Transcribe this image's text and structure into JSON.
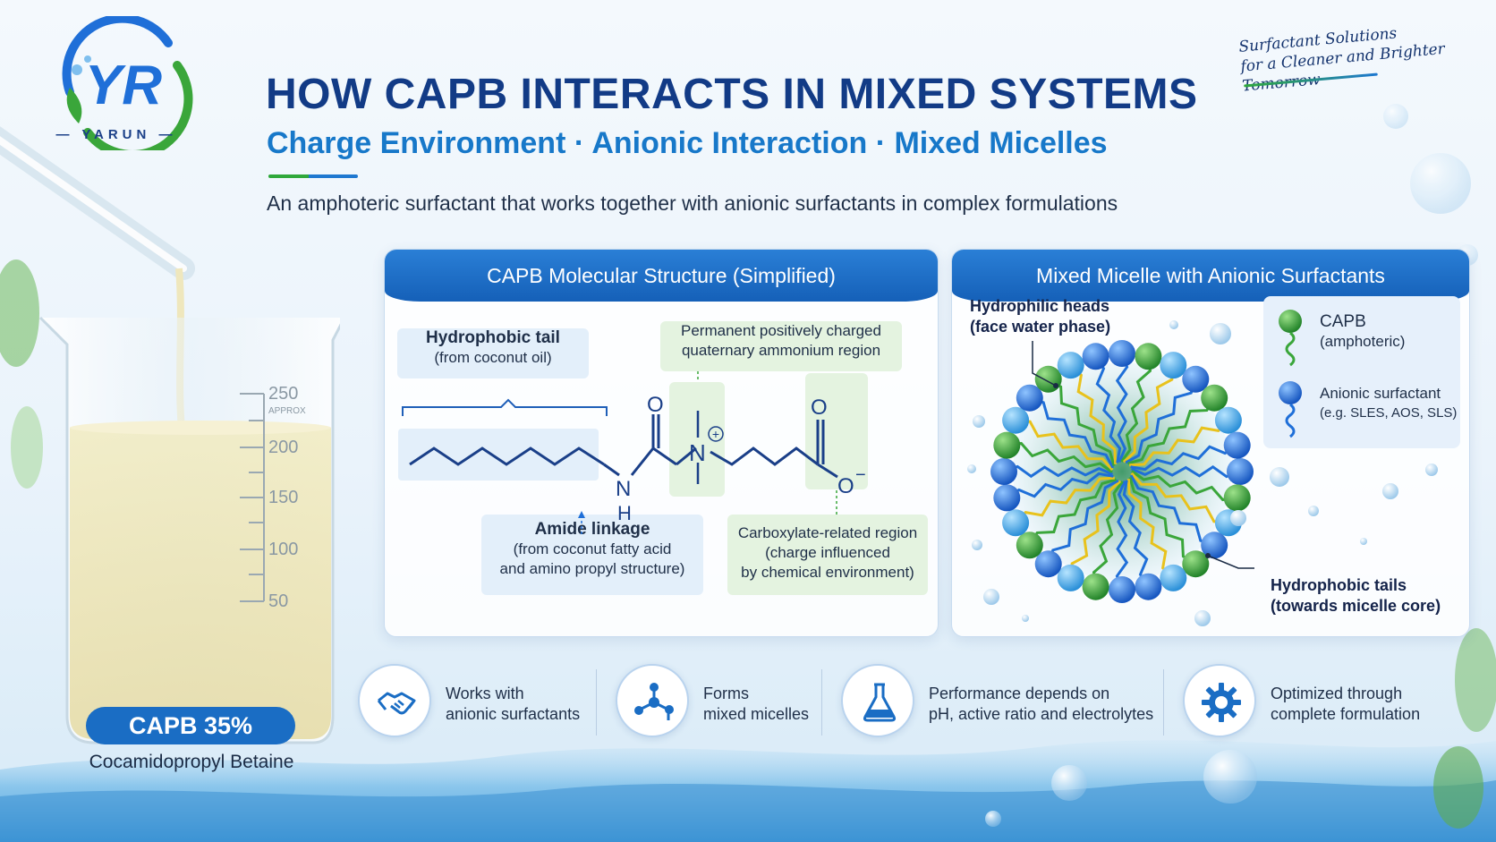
{
  "brand": {
    "logo_letters": "YR",
    "wordmark": "YARUN",
    "tagline": [
      "Surfactant Solutions",
      "for a Cleaner and Brighter Tomorrow"
    ]
  },
  "header": {
    "title": "HOW CAPB INTERACTS IN MIXED SYSTEMS",
    "subtitle": "Charge Environment · Anionic Interaction · Mixed Micelles",
    "description": "An amphoteric surfactant that works together with anionic surfactants in complex formulations"
  },
  "product": {
    "badge": "CAPB 35%",
    "name": "Cocamidopropyl Betaine",
    "beaker_marks": [
      "250",
      "APPROX",
      "200",
      "150",
      "100",
      "50"
    ]
  },
  "structure_panel": {
    "title": "CAPB Molecular Structure (Simplified)",
    "tail_label": [
      "Hydrophobic tail",
      "(from coconut oil)"
    ],
    "quat_label": [
      "Permanent positively charged",
      "quaternary ammonium region"
    ],
    "amide_label": [
      "Amide linkage",
      "(from coconut fatty acid",
      "and amino propyl structure)"
    ],
    "carboxylate_label": [
      "Carboxylate-related region",
      "(charge influenced",
      "by chemical environment)"
    ],
    "atoms": {
      "n_amide": "N",
      "h_amide": "H",
      "o_carbonyl": "O",
      "n_quat": "N",
      "plus": "+",
      "o_carboxyl": "O",
      "o_minus": "O",
      "minus": "−"
    }
  },
  "micelle_panel": {
    "title": "Mixed Micelle with Anionic Surfactants",
    "heads_label": [
      "Hydrophilic heads",
      "(face water phase)"
    ],
    "tails_label": [
      "Hydrophobic tails",
      "(towards micelle core)"
    ],
    "legend": [
      {
        "name": "CAPB",
        "detail": "(amphoteric)",
        "color": "#3aa63a"
      },
      {
        "name": "Anionic surfactant",
        "detail": "(e.g. SLES, AOS, SLS)",
        "color": "#1f6fd8"
      }
    ]
  },
  "features": [
    {
      "icon": "handshake-icon",
      "lines": [
        "Works with",
        "anionic surfactants"
      ]
    },
    {
      "icon": "molecule-network-icon",
      "lines": [
        "Forms",
        "mixed micelles"
      ]
    },
    {
      "icon": "flask-icon",
      "lines": [
        "Performance depends on",
        "pH, active ratio and electrolytes"
      ]
    },
    {
      "icon": "gear-icon",
      "lines": [
        "Optimized through",
        "complete formulation"
      ]
    }
  ],
  "colors": {
    "navy": "#123b86",
    "blue": "#1778c9",
    "green": "#2fa83b",
    "panel_head": "#1a6dc4"
  }
}
